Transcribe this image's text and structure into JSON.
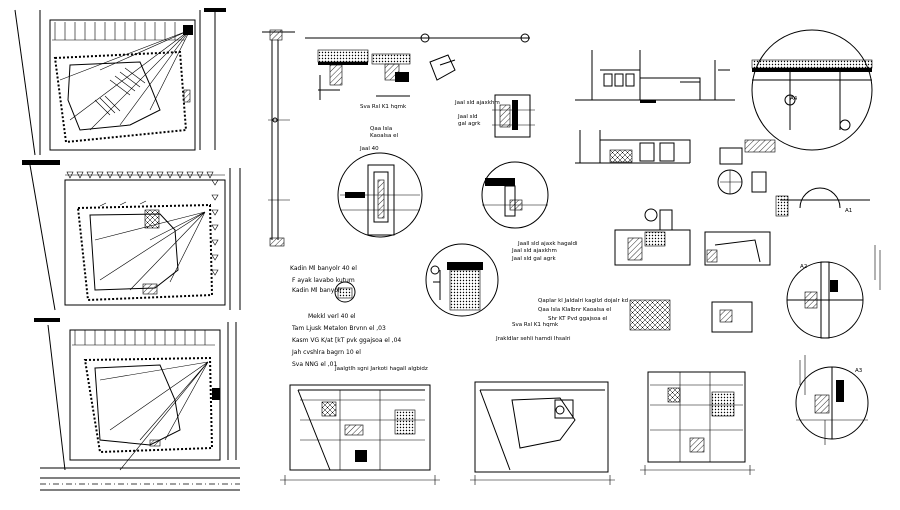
{
  "drawing": {
    "notes_column": [
      {
        "id": "n1",
        "text": "Kadin Ml banyolr 40 el"
      },
      {
        "id": "n2",
        "text": "F ayak lavabo kutum"
      },
      {
        "id": "n3",
        "text": "Kadin Ml banyolr"
      },
      {
        "id": "n4",
        "text": "Mekkl verl 40 el"
      },
      {
        "id": "n5",
        "text": "Tam Ljusk Metalon Brvnn el ,03"
      },
      {
        "id": "n6",
        "text": "Kasm VG K/at [kT pvk ggajsoa el ,04"
      },
      {
        "id": "n7",
        "text": "Jah cvshlra bagrn 10 el"
      },
      {
        "id": "n8",
        "text": "Sva NNG el ,01"
      }
    ],
    "detail_notes": [
      {
        "id": "d1",
        "text": "Jaall sld ajaxk hagaldi"
      },
      {
        "id": "d2",
        "text": "Jaal sld ajaxkhm"
      },
      {
        "id": "d3",
        "text": "Jaal sld gal agrk"
      },
      {
        "id": "d4",
        "text": "Qaplar kl Jaldalri kagilzl dojalr kd"
      },
      {
        "id": "d5",
        "text": "Qaa Isla Klalbnr Kaoalsa el"
      },
      {
        "id": "d6",
        "text": "Shr KT Pvd ggajsoa el"
      },
      {
        "id": "d7",
        "text": "Sva Rsl K1 hqmk"
      },
      {
        "id": "d8",
        "text": "Jrakldlar sehli hamdi Ihsalri"
      }
    ],
    "plan_caption": "Jaalgtlh sgni Jarkoti hagall algbidz",
    "section_markers": [
      "A1",
      "A2",
      "A3",
      "A4"
    ]
  }
}
